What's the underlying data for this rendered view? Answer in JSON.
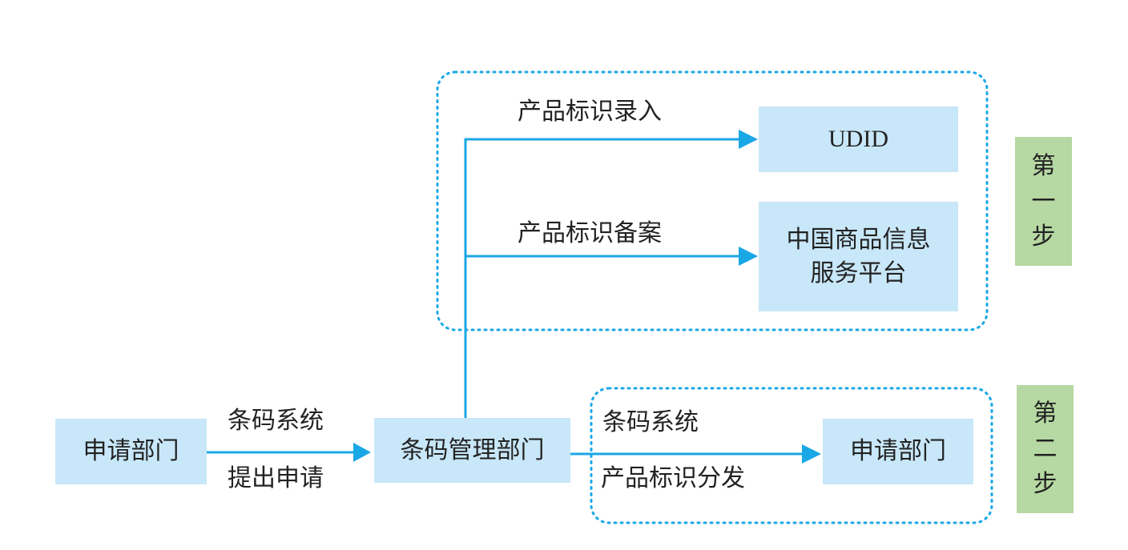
{
  "nodes": {
    "applicant_left": "申请部门",
    "barcode_dept": "条码管理部门",
    "udid": "UDID",
    "platform_line1": "中国商品信息",
    "platform_line2": "服务平台",
    "applicant_right": "申请部门"
  },
  "steps": {
    "step1": [
      "第",
      "一",
      "步"
    ],
    "step2": [
      "第",
      "二",
      "步"
    ]
  },
  "edge_labels": {
    "submit_top": "条码系统",
    "submit_bottom": "提出申请",
    "entry": "产品标识录入",
    "filing": "产品标识备案",
    "distribute_top": "条码系统",
    "distribute_bottom": "产品标识分发"
  },
  "colors": {
    "box_fill": "#c8e7f8",
    "step_fill": "#b6d8a2",
    "arrow": "#1aa7e6",
    "dotted_border": "#1aa7e6"
  }
}
